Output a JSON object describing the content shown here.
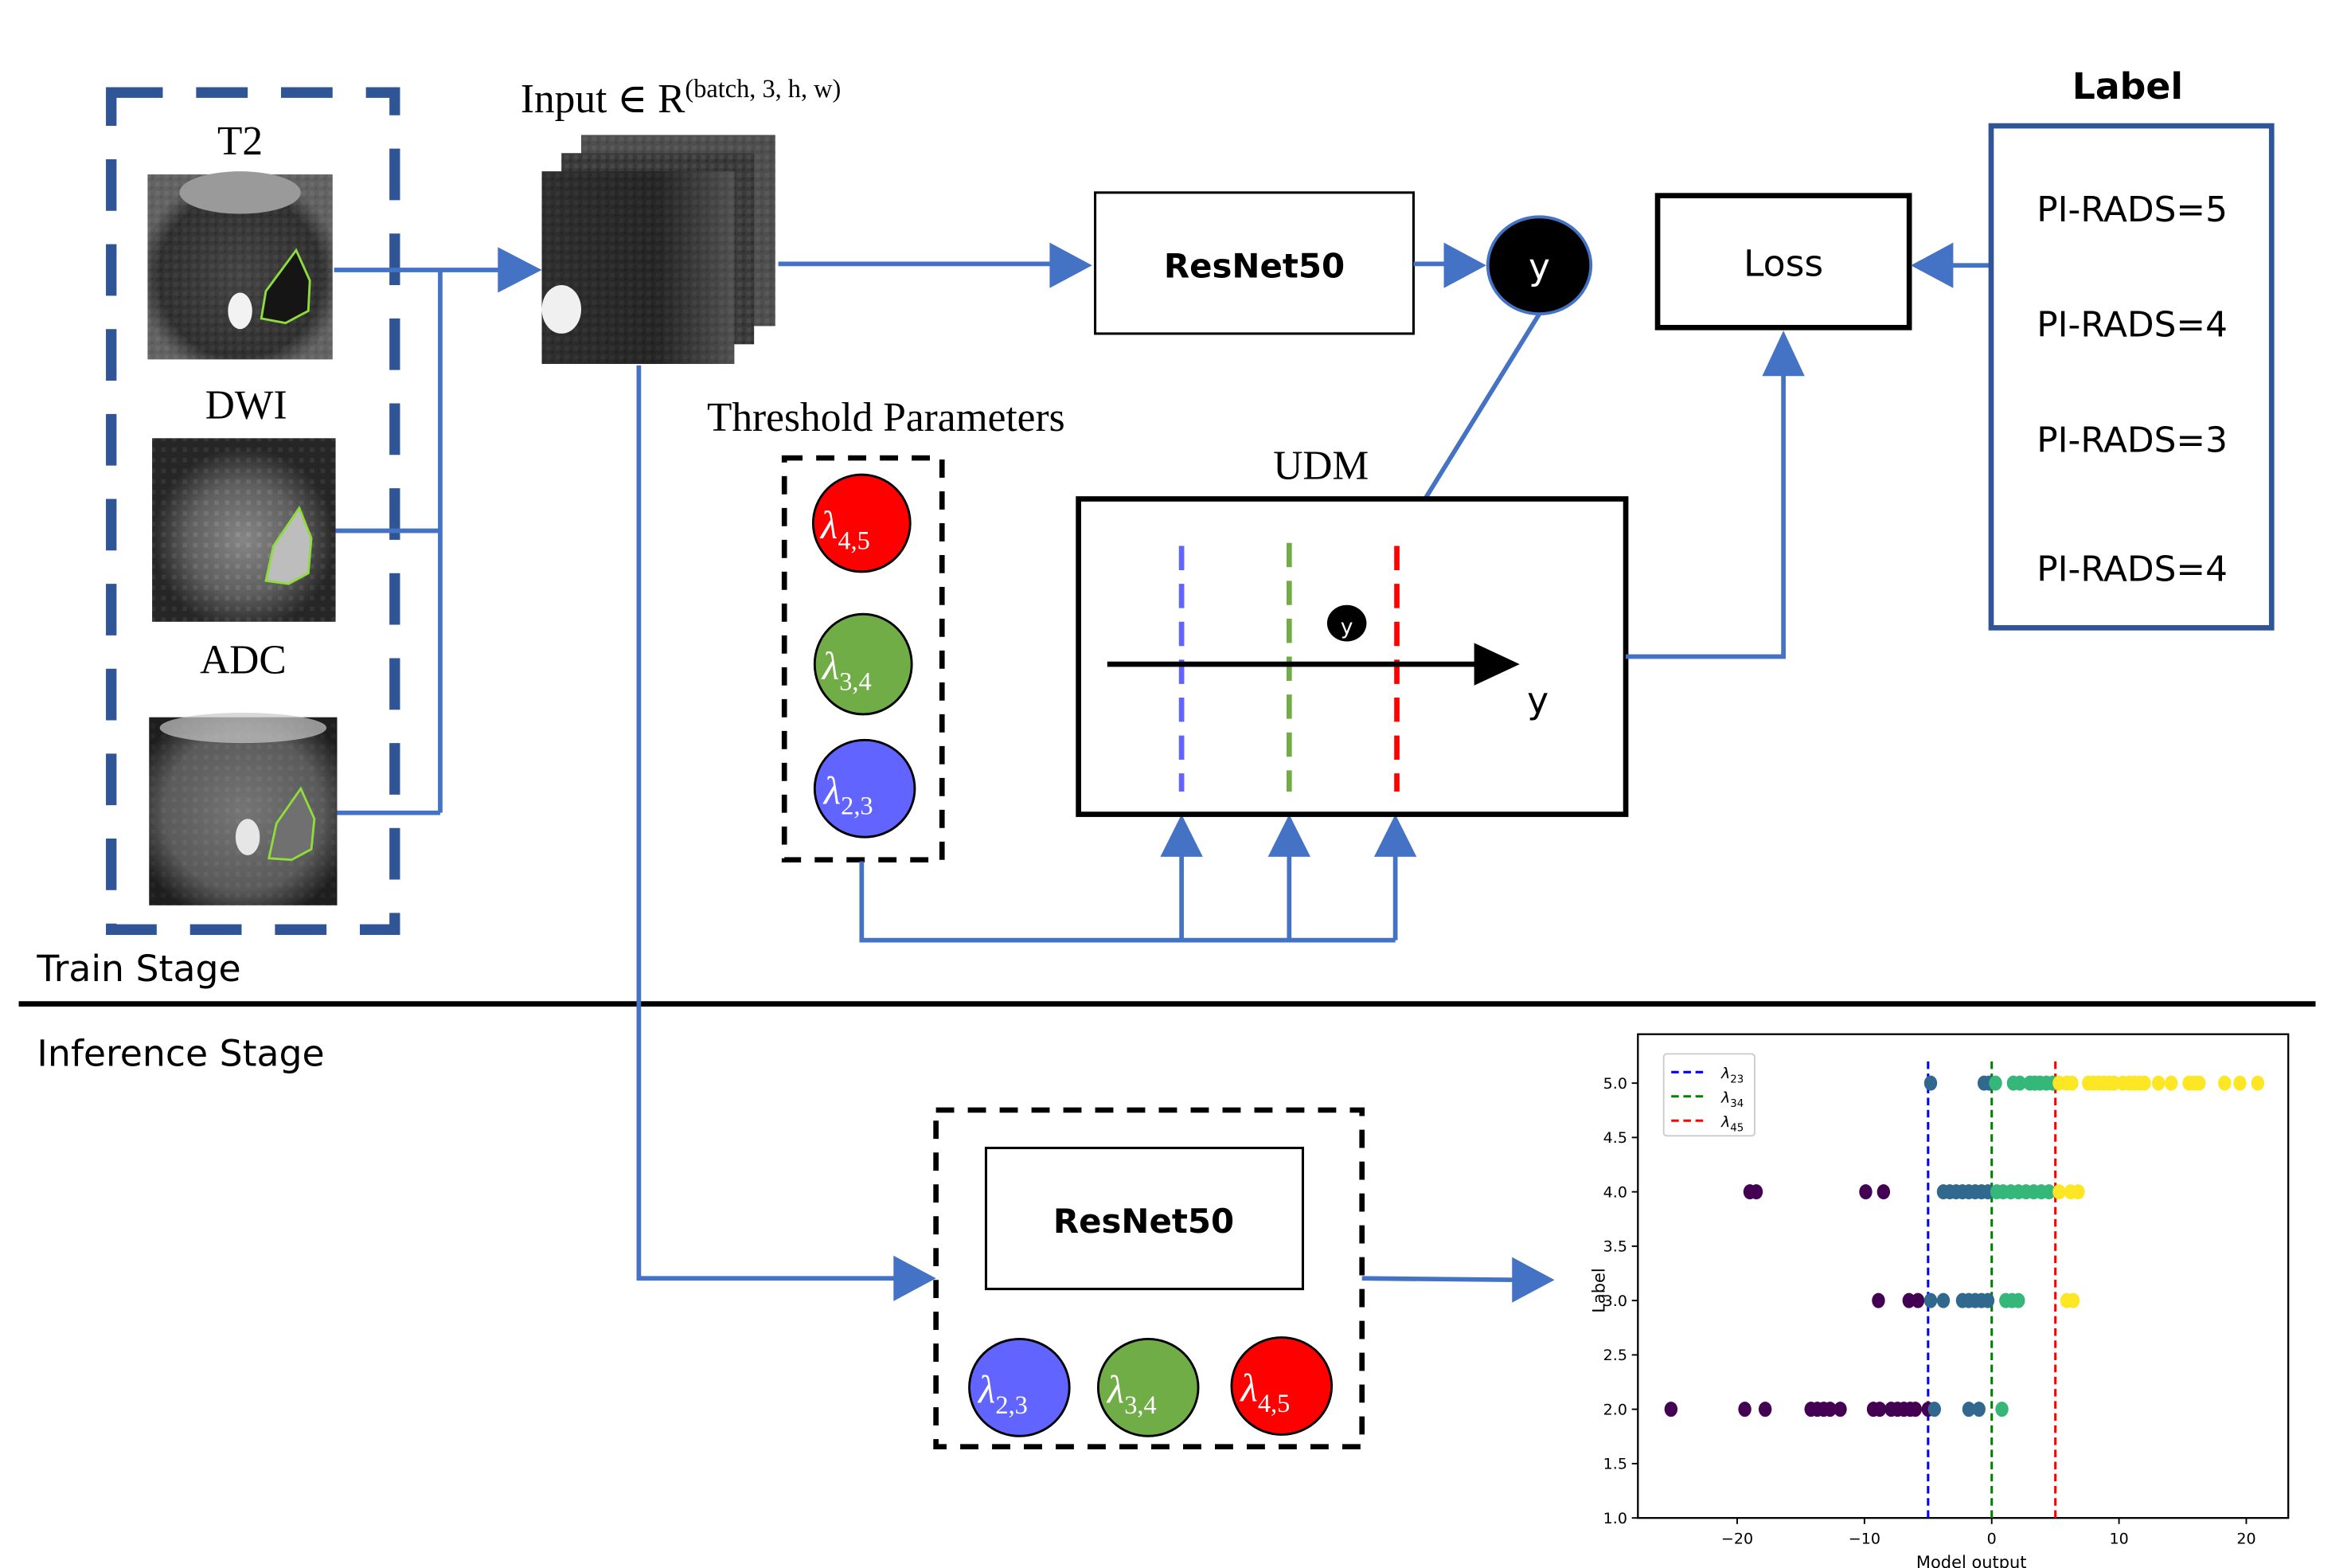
{
  "train": {
    "stage_label": "Train Stage",
    "modalities": [
      {
        "label": "T2"
      },
      {
        "label": "DWI"
      },
      {
        "label": "ADC"
      }
    ],
    "input_label": "Input ∈ R",
    "input_superscript": "(batch, 3, h, w)",
    "network_label": "ResNet50",
    "output_symbol": "y",
    "loss_label": "Loss",
    "threshold_title": "Threshold Parameters",
    "thresholds": [
      {
        "symbol": "λ",
        "subscript": "4,5",
        "color": "#ff0000"
      },
      {
        "symbol": "λ",
        "subscript": "3,4",
        "color": "#70ad47"
      },
      {
        "symbol": "λ",
        "subscript": "2,3",
        "color": "#6164ff"
      }
    ],
    "udm_title": "UDM",
    "udm_axis_label": "y",
    "udm_point_symbol": "y",
    "label_title": "Label",
    "labels": [
      "PI-RADS=5",
      "PI-RADS=4",
      "PI-RADS=3",
      "PI-RADS=4"
    ]
  },
  "inference": {
    "stage_label": "Inference Stage",
    "network_label": "ResNet50",
    "thresholds": [
      {
        "symbol": "λ",
        "subscript": "2,3",
        "color": "#6164ff"
      },
      {
        "symbol": "λ",
        "subscript": "3,4",
        "color": "#70ad47"
      },
      {
        "symbol": "λ",
        "subscript": "4,5",
        "color": "#ff0000"
      }
    ]
  },
  "colors": {
    "flow": "#4472c4",
    "frame": "#2f5597",
    "udm_line_23": "#6164ff",
    "udm_line_34": "#70ad47",
    "udm_line_45": "#ff0000"
  },
  "chart_data": {
    "type": "scatter",
    "title": "",
    "xlabel": "Model output",
    "ylabel": "Label",
    "xlim": [
      -27.8,
      23.3
    ],
    "ylim": [
      1.0,
      5.45
    ],
    "xticks": [
      -20,
      -10,
      0,
      10,
      20
    ],
    "xtick_labels": [
      "−20",
      "−10",
      "0",
      "10",
      "20"
    ],
    "yticks": [
      1.0,
      1.5,
      2.0,
      2.5,
      3.0,
      3.5,
      4.0,
      4.5,
      5.0
    ],
    "ytick_labels": [
      "1.0",
      "1.5",
      "2.0",
      "2.5",
      "3.0",
      "3.5",
      "4.0",
      "4.5",
      "5.0"
    ],
    "grid": false,
    "legend_position": "top-left",
    "thresholds": [
      {
        "name": "λ23",
        "sub": "23",
        "x": -5,
        "color": "#0000ff"
      },
      {
        "name": "λ34",
        "sub": "34",
        "x": 0,
        "color": "#008000"
      },
      {
        "name": "λ45",
        "sub": "45",
        "x": 5,
        "color": "#ff0000"
      }
    ],
    "class_colors": {
      "2": "#440154",
      "3": "#31688e",
      "4": "#35b779",
      "5": "#fde725"
    },
    "series": [
      {
        "label": 5.0,
        "points": [
          {
            "x": -4.8,
            "c": "3"
          },
          {
            "x": -0.6,
            "c": "3"
          },
          {
            "x": -0.2,
            "c": "3"
          },
          {
            "x": 0.3,
            "c": "4"
          },
          {
            "x": 1.7,
            "c": "4"
          },
          {
            "x": 2.2,
            "c": "4"
          },
          {
            "x": 3.0,
            "c": "4"
          },
          {
            "x": 3.4,
            "c": "4"
          },
          {
            "x": 3.8,
            "c": "4"
          },
          {
            "x": 4.3,
            "c": "4"
          },
          {
            "x": 4.8,
            "c": "4"
          },
          {
            "x": 5.3,
            "c": "5"
          },
          {
            "x": 5.9,
            "c": "5"
          },
          {
            "x": 6.3,
            "c": "5"
          },
          {
            "x": 7.6,
            "c": "5"
          },
          {
            "x": 8.0,
            "c": "5"
          },
          {
            "x": 8.4,
            "c": "5"
          },
          {
            "x": 8.8,
            "c": "5"
          },
          {
            "x": 9.2,
            "c": "5"
          },
          {
            "x": 9.6,
            "c": "5"
          },
          {
            "x": 10.3,
            "c": "5"
          },
          {
            "x": 10.8,
            "c": "5"
          },
          {
            "x": 11.2,
            "c": "5"
          },
          {
            "x": 11.6,
            "c": "5"
          },
          {
            "x": 12.0,
            "c": "5"
          },
          {
            "x": 13.1,
            "c": "5"
          },
          {
            "x": 14.1,
            "c": "5"
          },
          {
            "x": 15.5,
            "c": "5"
          },
          {
            "x": 15.9,
            "c": "5"
          },
          {
            "x": 16.3,
            "c": "5"
          },
          {
            "x": 18.3,
            "c": "5"
          },
          {
            "x": 19.5,
            "c": "5"
          },
          {
            "x": 20.9,
            "c": "5"
          }
        ]
      },
      {
        "label": 4.0,
        "points": [
          {
            "x": -19.0,
            "c": "2"
          },
          {
            "x": -18.5,
            "c": "2"
          },
          {
            "x": -9.9,
            "c": "2"
          },
          {
            "x": -8.5,
            "c": "2"
          },
          {
            "x": -3.8,
            "c": "3"
          },
          {
            "x": -3.3,
            "c": "3"
          },
          {
            "x": -2.8,
            "c": "3"
          },
          {
            "x": -2.3,
            "c": "3"
          },
          {
            "x": -1.8,
            "c": "3"
          },
          {
            "x": -1.3,
            "c": "3"
          },
          {
            "x": -0.8,
            "c": "3"
          },
          {
            "x": -0.3,
            "c": "3"
          },
          {
            "x": 0.4,
            "c": "4"
          },
          {
            "x": 0.9,
            "c": "4"
          },
          {
            "x": 1.5,
            "c": "4"
          },
          {
            "x": 2.1,
            "c": "4"
          },
          {
            "x": 2.7,
            "c": "4"
          },
          {
            "x": 3.3,
            "c": "4"
          },
          {
            "x": 3.9,
            "c": "4"
          },
          {
            "x": 4.5,
            "c": "4"
          },
          {
            "x": 5.3,
            "c": "5"
          },
          {
            "x": 6.2,
            "c": "5"
          },
          {
            "x": 6.8,
            "c": "5"
          }
        ]
      },
      {
        "label": 3.0,
        "points": [
          {
            "x": -8.9,
            "c": "2"
          },
          {
            "x": -6.5,
            "c": "2"
          },
          {
            "x": -5.8,
            "c": "2"
          },
          {
            "x": -4.8,
            "c": "3"
          },
          {
            "x": -3.8,
            "c": "3"
          },
          {
            "x": -2.3,
            "c": "3"
          },
          {
            "x": -1.8,
            "c": "3"
          },
          {
            "x": -1.3,
            "c": "3"
          },
          {
            "x": -0.8,
            "c": "3"
          },
          {
            "x": -0.3,
            "c": "3"
          },
          {
            "x": 1.1,
            "c": "4"
          },
          {
            "x": 1.6,
            "c": "4"
          },
          {
            "x": 2.1,
            "c": "4"
          },
          {
            "x": 5.9,
            "c": "5"
          },
          {
            "x": 6.4,
            "c": "5"
          }
        ]
      },
      {
        "label": 2.0,
        "points": [
          {
            "x": -25.2,
            "c": "2"
          },
          {
            "x": -19.4,
            "c": "2"
          },
          {
            "x": -17.8,
            "c": "2"
          },
          {
            "x": -14.2,
            "c": "2"
          },
          {
            "x": -13.7,
            "c": "2"
          },
          {
            "x": -13.2,
            "c": "2"
          },
          {
            "x": -12.7,
            "c": "2"
          },
          {
            "x": -11.9,
            "c": "2"
          },
          {
            "x": -9.3,
            "c": "2"
          },
          {
            "x": -8.8,
            "c": "2"
          },
          {
            "x": -7.9,
            "c": "2"
          },
          {
            "x": -7.4,
            "c": "2"
          },
          {
            "x": -6.9,
            "c": "2"
          },
          {
            "x": -6.4,
            "c": "2"
          },
          {
            "x": -6.0,
            "c": "2"
          },
          {
            "x": -5.0,
            "c": "2"
          },
          {
            "x": -4.5,
            "c": "3"
          },
          {
            "x": -1.8,
            "c": "3"
          },
          {
            "x": -1.0,
            "c": "3"
          },
          {
            "x": 0.8,
            "c": "4"
          }
        ]
      }
    ]
  }
}
